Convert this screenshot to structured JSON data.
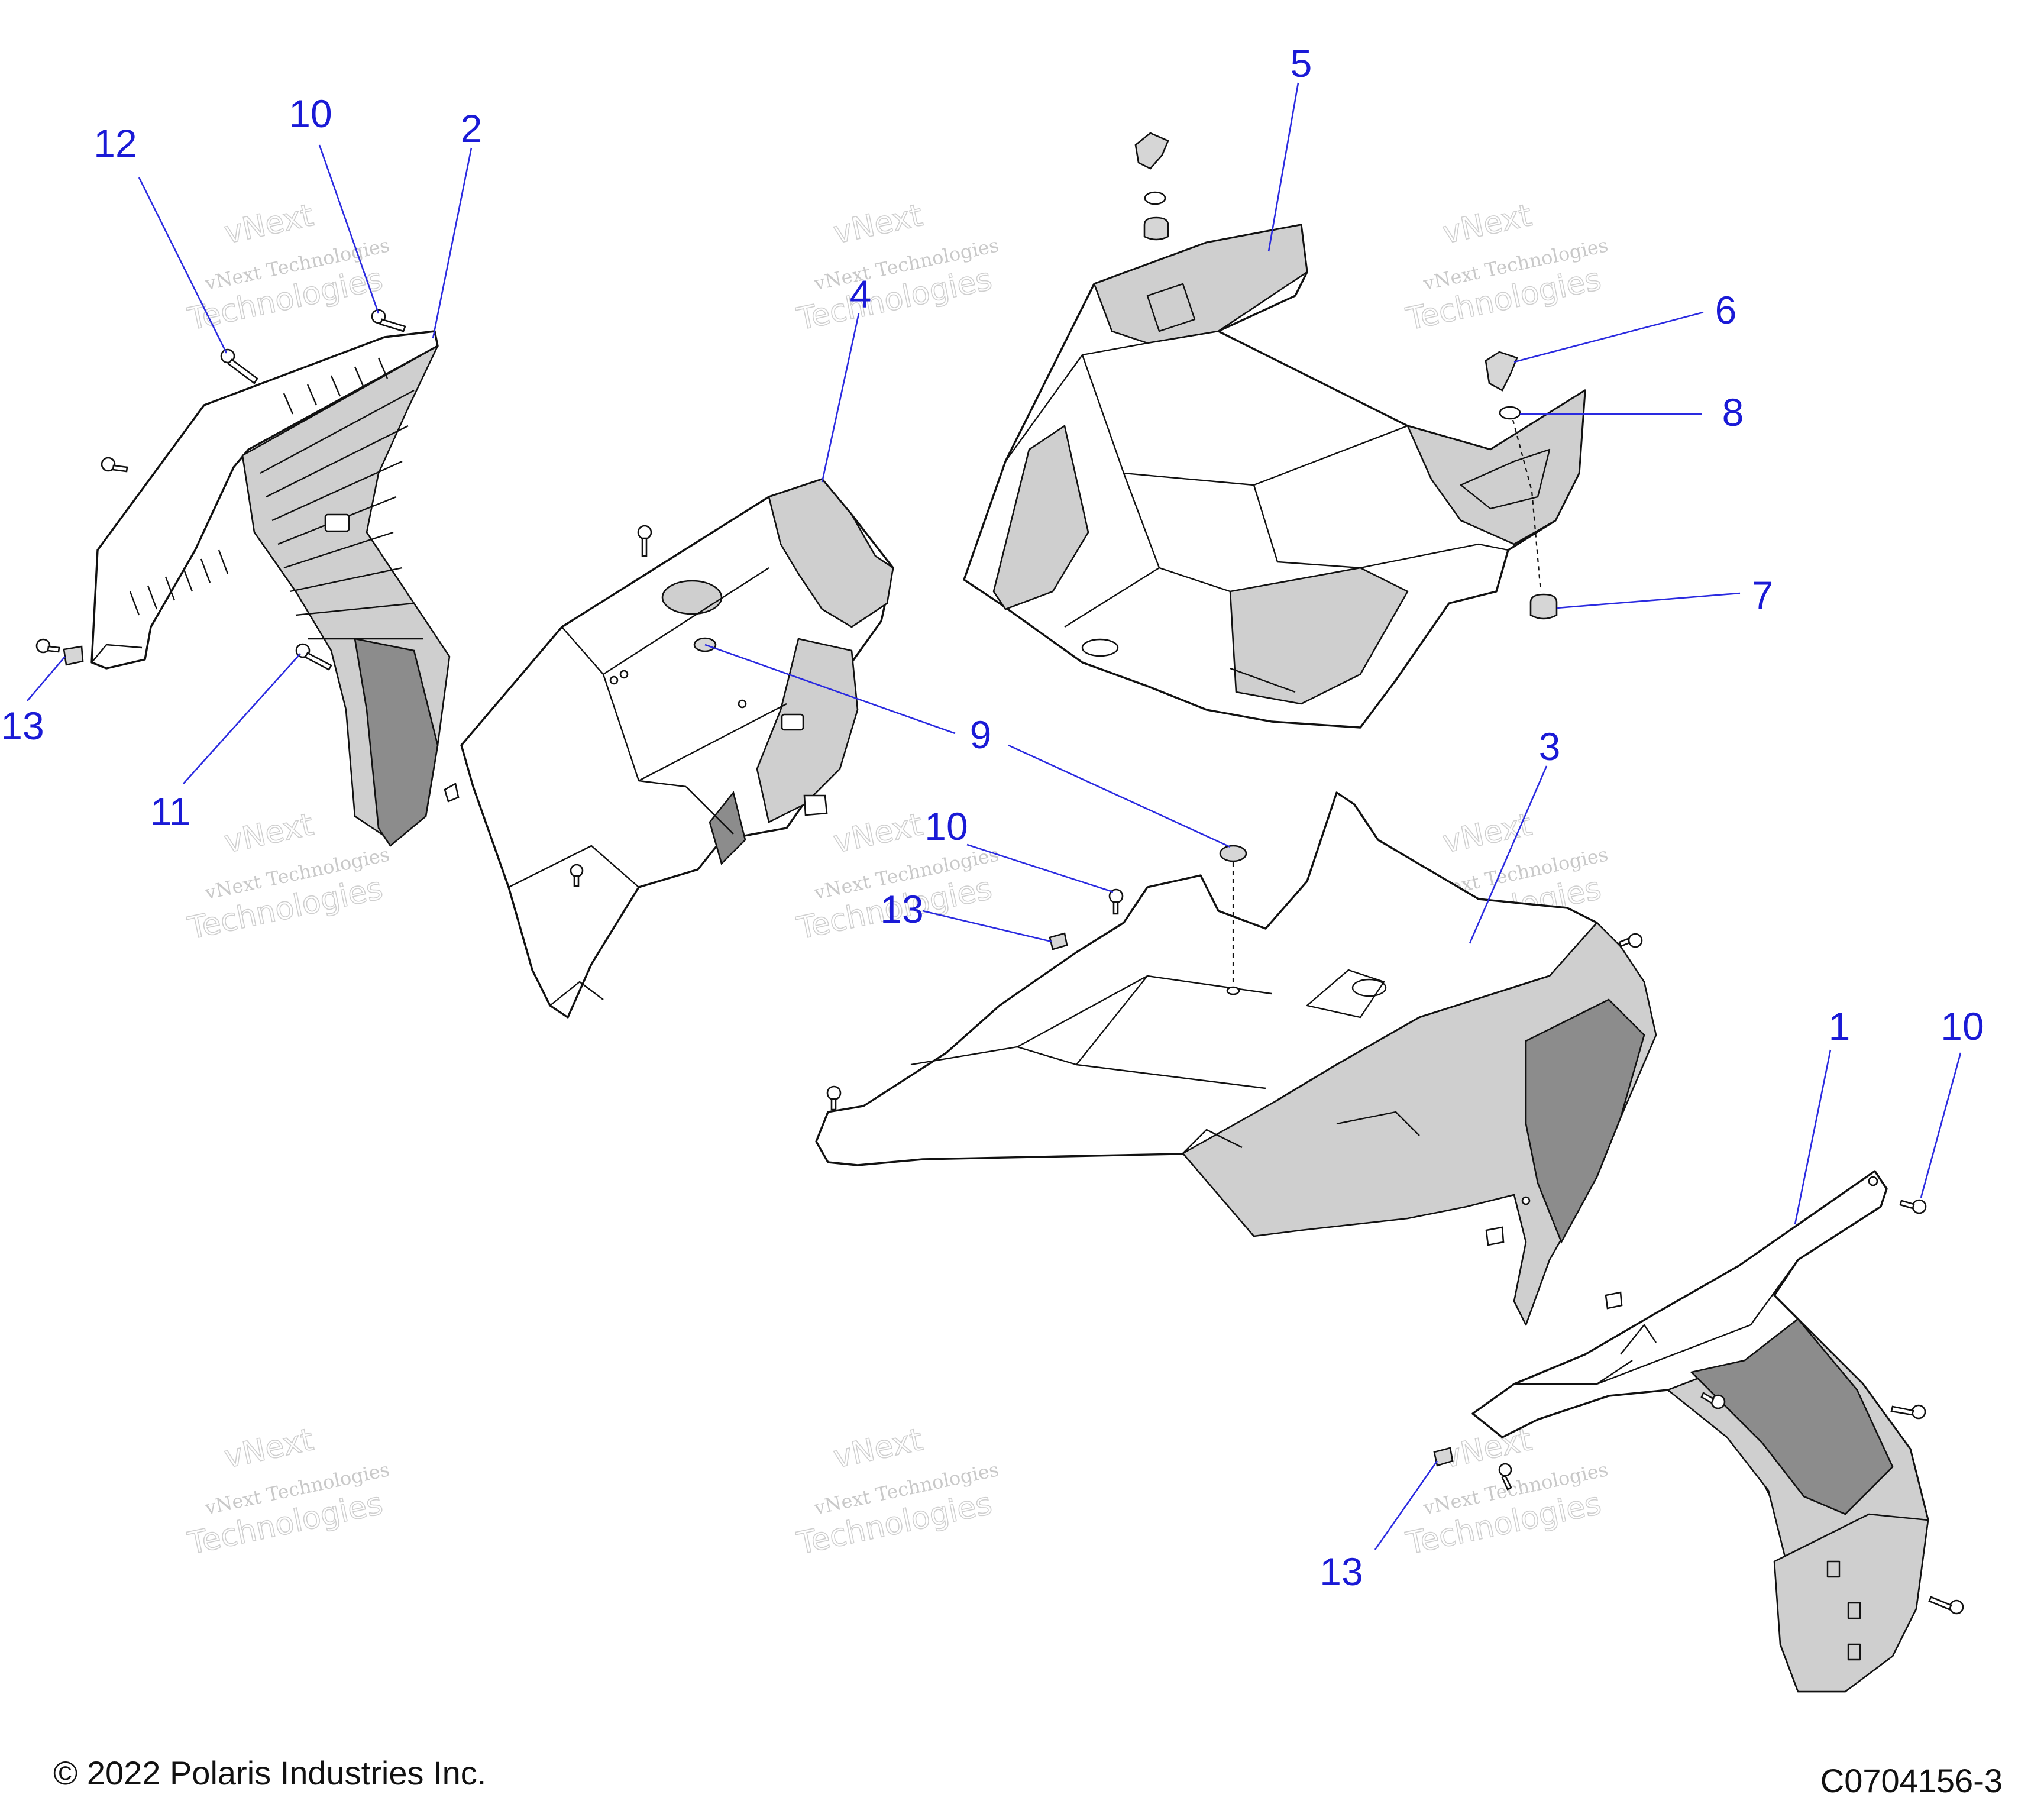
{
  "callouts": {
    "c1": "1",
    "c2": "2",
    "c3": "3",
    "c4": "4",
    "c5": "5",
    "c6": "6",
    "c7": "7",
    "c8": "8",
    "c9": "9",
    "c10a": "10",
    "c10b": "10",
    "c10c": "10",
    "c11": "11",
    "c12": "12",
    "c13a": "13",
    "c13b": "13",
    "c13c": "13"
  },
  "watermark": {
    "line1": "vNext Technologies",
    "line2": "vNext",
    "line3": "Technologies"
  },
  "footer": {
    "copyright": "© 2022 Polaris Industries Inc.",
    "drawing_number": "C0704156-3"
  },
  "colors": {
    "callout_blue": "#1a1ad6",
    "line_black": "#111111",
    "panel_gray": "#cfcfcf",
    "watermark_gray": "#c9c9c9"
  }
}
